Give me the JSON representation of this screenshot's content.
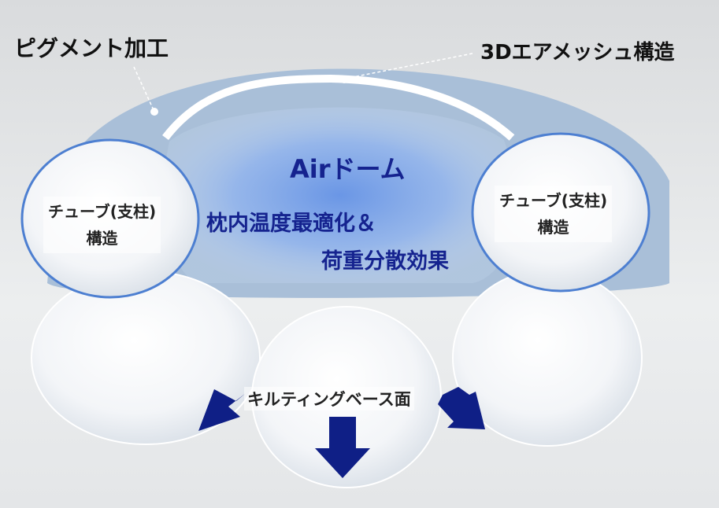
{
  "labels": {
    "pigment": "ピグメント加工",
    "mesh": "3Dエアメッシュ構造",
    "air_dome": "Airドーム",
    "function_line1": "枕内温度最適化＆",
    "function_line2": "荷重分散効果",
    "tube_left_line1": "チューブ(支柱)",
    "tube_left_line2": "構造",
    "tube_right_line1": "チューブ(支柱)",
    "tube_right_line2": "構造",
    "quilting": "キルティングベース面"
  },
  "colors": {
    "background": "#e6e8ea",
    "fabric": "#a9bfd8",
    "dome_glow": "#7fa6ee",
    "arrow": "#0f1f86",
    "label_blue": "#15238f"
  }
}
